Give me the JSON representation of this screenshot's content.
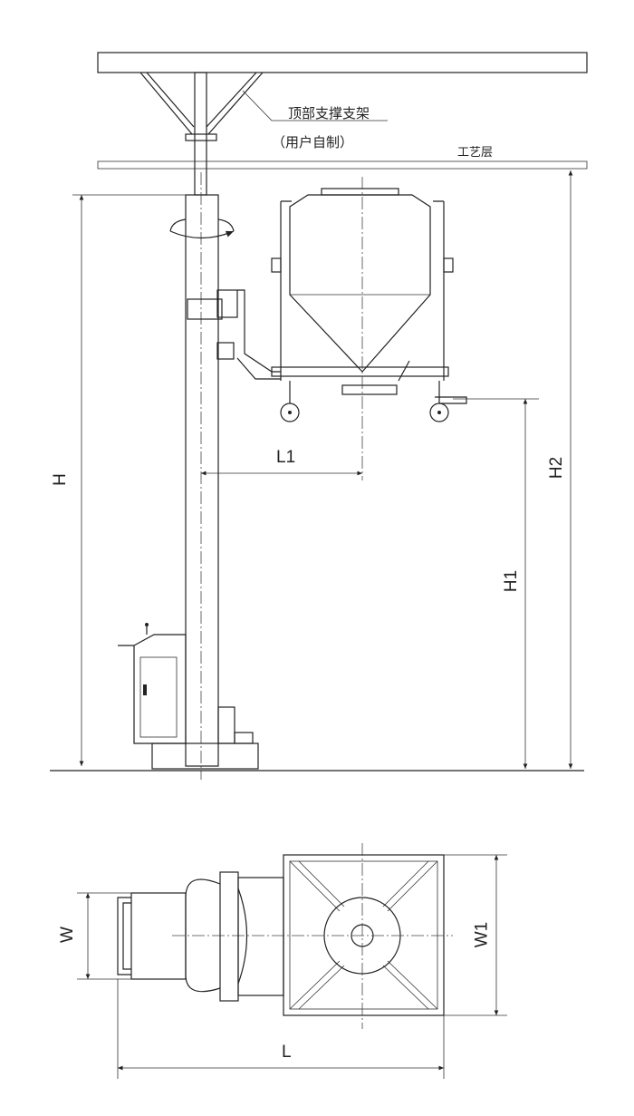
{
  "labels": {
    "support": "顶部支撑支架",
    "support_note": "（用户自制）",
    "process_floor": "工艺层"
  },
  "dimensions": {
    "H": "H",
    "L1": "L1",
    "H1": "H1",
    "H2": "H2",
    "W": "W",
    "W1": "W1",
    "L": "L"
  }
}
